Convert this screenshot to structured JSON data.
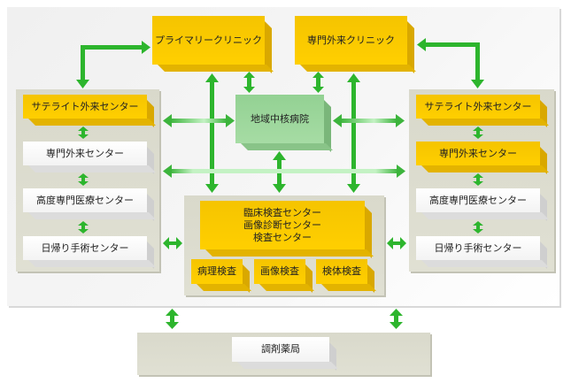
{
  "diagram": {
    "colors": {
      "arrow": "#2db52d",
      "arrow_light": "#bff2bf",
      "yellow_box": "#ffcc00",
      "green_box": "#a0d8a0",
      "panel": "#dcdccf",
      "white_box": "#ffffff"
    },
    "top": {
      "primary_clinic": "プライマリークリニック",
      "specialist_clinic": "専門外来クリニック"
    },
    "regional_hospital": "地域中核病院",
    "left_panel": {
      "items": [
        {
          "label": "サテライト外来センター",
          "style": "yellow"
        },
        {
          "label": "専門外来センター",
          "style": "white"
        },
        {
          "label": "高度専門医療センター",
          "style": "white"
        },
        {
          "label": "日帰り手術センター",
          "style": "white"
        }
      ]
    },
    "right_panel": {
      "items": [
        {
          "label": "サテライト外来センター",
          "style": "yellow"
        },
        {
          "label": "専門外来センター",
          "style": "yellow"
        },
        {
          "label": "高度専門医療センター",
          "style": "white"
        },
        {
          "label": "日帰り手術センター",
          "style": "white"
        }
      ]
    },
    "lab_panel": {
      "main_lines": [
        "臨床検査センター",
        "画像診断センター",
        "検査センター"
      ],
      "sub_items": [
        "病理検査",
        "画像検査",
        "検体検査"
      ]
    },
    "pharmacy": "調剤薬局"
  }
}
